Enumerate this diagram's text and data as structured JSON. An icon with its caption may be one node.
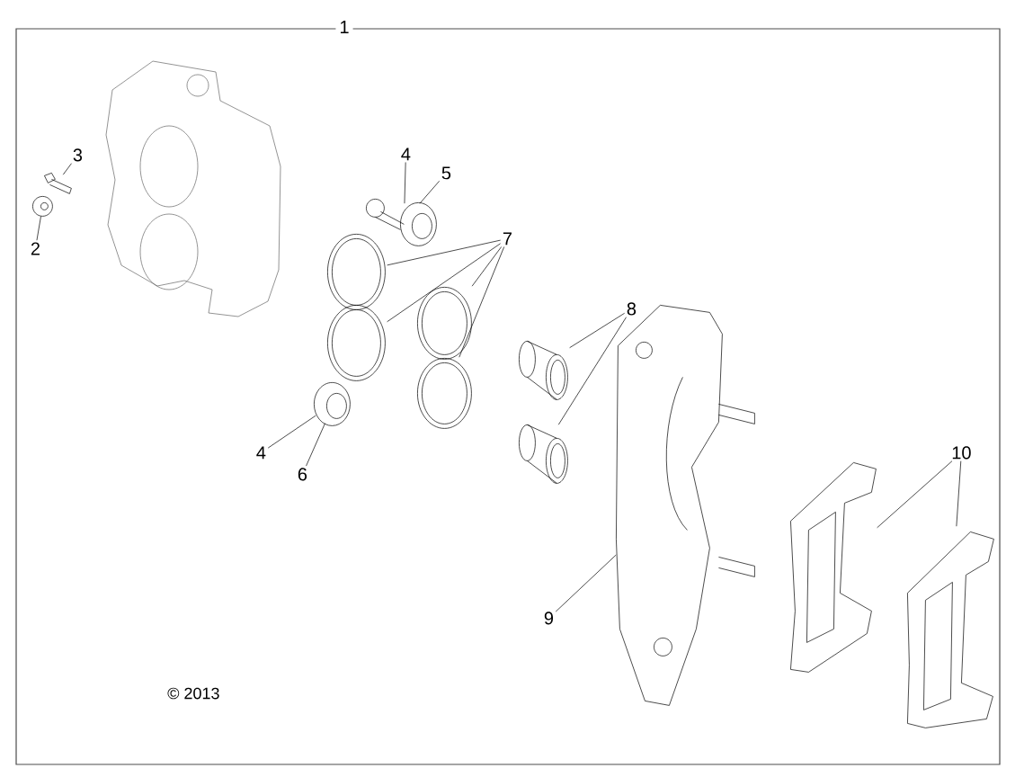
{
  "diagram": {
    "nodes": [
      {
        "text": [
          "1"
        ]
      },
      {
        "text": [
          "3"
        ],
        "in": 0
      },
      {
        "text": [],
        "shape": "picture",
        "in": 0
      },
      {
        "text": [
          "2"
        ],
        "in": 0
      },
      {
        "text": [],
        "shape": "picture",
        "in": 0
      },
      {
        "text": [
          "4"
        ],
        "in": 0
      },
      {
        "text": [
          "5"
        ],
        "in": 0
      },
      {
        "text": [],
        "shape": "picture",
        "in": 0
      },
      {
        "text": [
          "4"
        ],
        "in": 0
      },
      {
        "text": [
          "6"
        ],
        "in": 0
      },
      {
        "text": [],
        "shape": "picture",
        "in": 0
      },
      {
        "text": [
          "7"
        ],
        "in": 0
      },
      {
        "text": [],
        "shape": "picture",
        "in": 0
      },
      {
        "text": [],
        "shape": "picture",
        "in": 0
      },
      {
        "text": [],
        "shape": "picture",
        "in": 0
      },
      {
        "text": [],
        "shape": "picture",
        "in": 0
      },
      {
        "text": [
          "8"
        ],
        "in": 0
      },
      {
        "text": [],
        "shape": "picture",
        "in": 0
      },
      {
        "text": [],
        "shape": "picture",
        "in": 0
      },
      {
        "text": [
          "9"
        ],
        "in": 0
      },
      {
        "text": [],
        "shape": "picture",
        "in": 0
      },
      {
        "text": [
          "10"
        ],
        "in": 0
      },
      {
        "text": [],
        "shape": "picture",
        "in": 0
      },
      {
        "text": [],
        "shape": "picture",
        "in": 0
      }
    ],
    "edges": [
      {
        "from": 1,
        "to": 2,
        "arrow": "none"
      },
      {
        "from": 3,
        "to": 4,
        "arrow": "none"
      },
      {
        "from": 5,
        "to": 7,
        "arrow": "none"
      },
      {
        "from": 6,
        "to": 7,
        "arrow": "none"
      },
      {
        "from": 8,
        "to": 10,
        "arrow": "none"
      },
      {
        "from": 9,
        "to": 10,
        "arrow": "none"
      },
      {
        "from": 11,
        "to": 12,
        "arrow": "none"
      },
      {
        "from": 11,
        "to": 13,
        "arrow": "none"
      },
      {
        "from": 11,
        "to": 14,
        "arrow": "none"
      },
      {
        "from": 11,
        "to": 15,
        "arrow": "none"
      },
      {
        "from": 16,
        "to": 17,
        "arrow": "none"
      },
      {
        "from": 16,
        "to": 18,
        "arrow": "none"
      },
      {
        "from": 19,
        "to": 20,
        "arrow": "none"
      },
      {
        "from": 21,
        "to": 22,
        "arrow": "none"
      },
      {
        "from": 21,
        "to": 23,
        "arrow": "none"
      }
    ],
    "labels": [
      "© 2013"
    ]
  }
}
